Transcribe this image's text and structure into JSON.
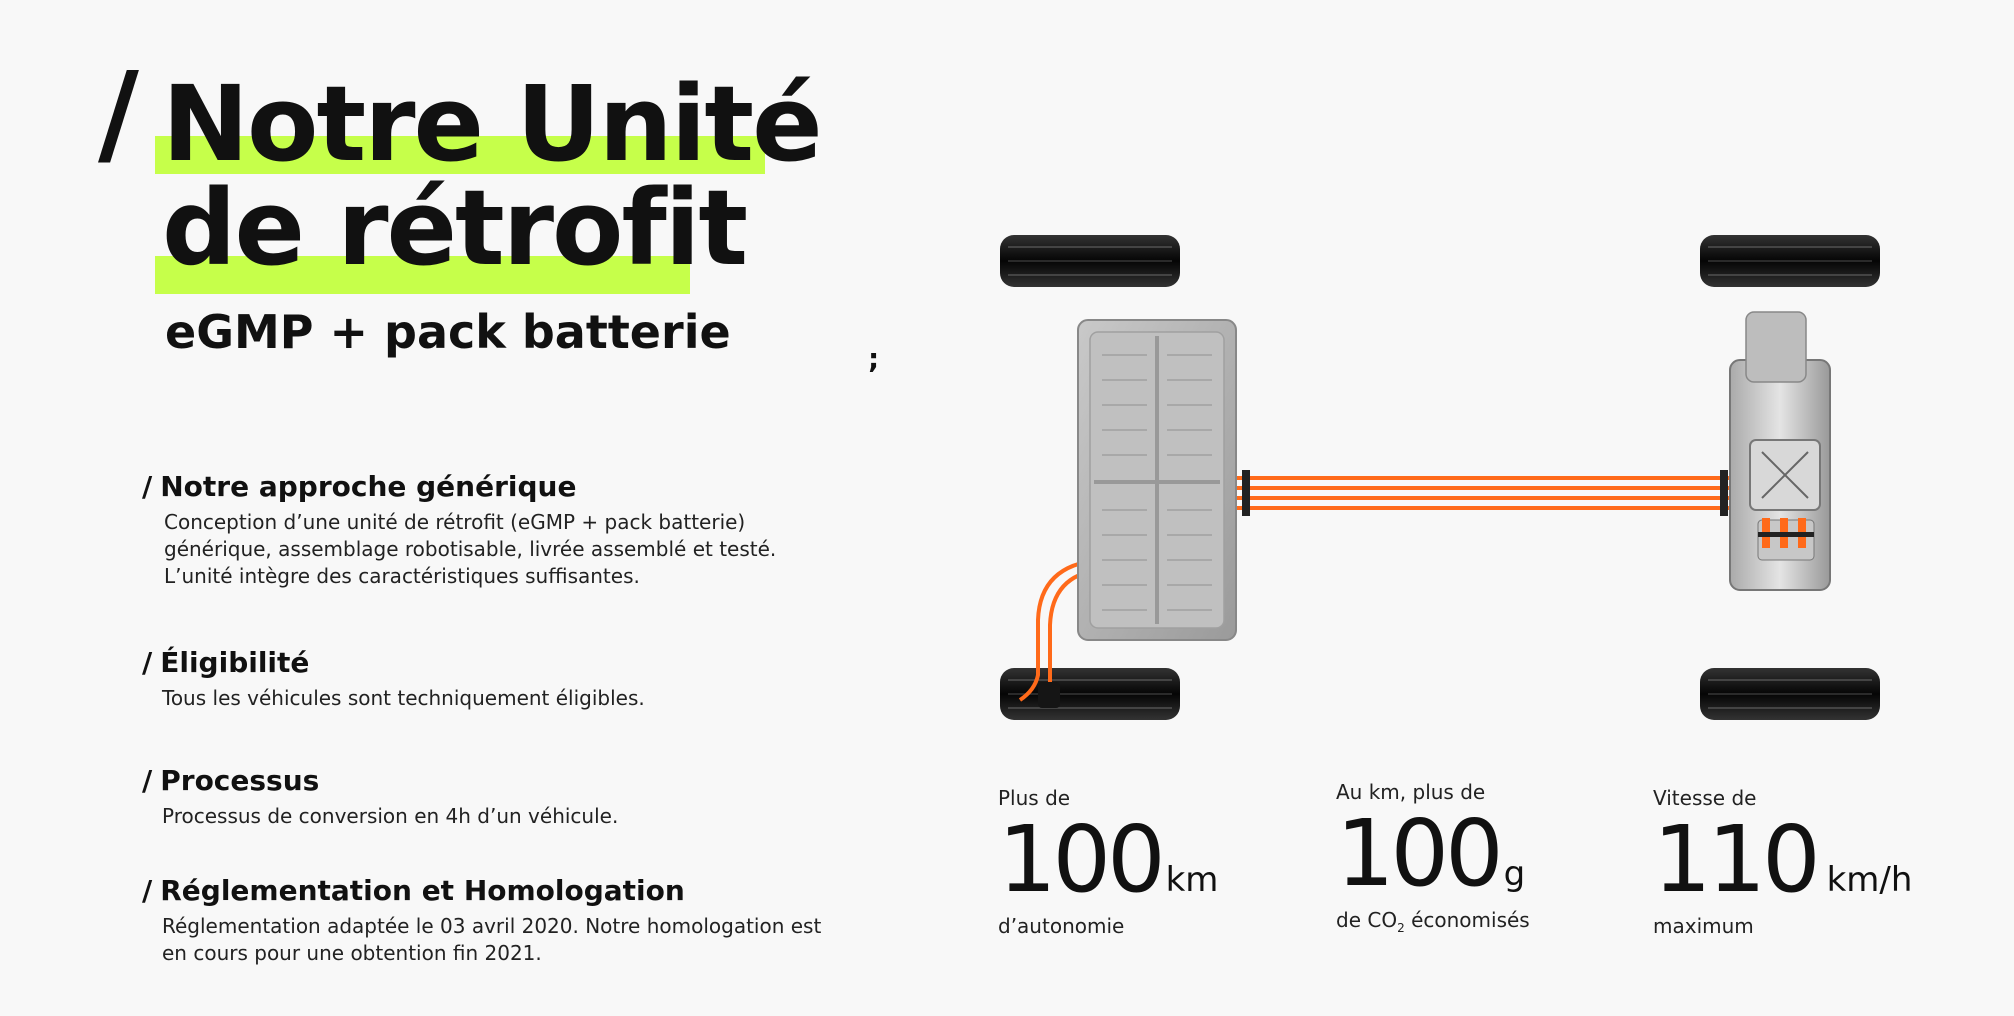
{
  "title": {
    "slash": "/",
    "line1": "Notre Unité",
    "line2": "de rétrofit"
  },
  "subtitle": "eGMP + pack batterie",
  "sections": [
    {
      "heading": "Notre approche générique",
      "lines": [
        "Conception d’une unité de rétrofit (eGMP + pack batterie)",
        "générique, assemblage robotisable, livrée assemblé et testé.",
        "L’unité intègre des caractéristiques suffisantes."
      ]
    },
    {
      "heading": "Éligibilité",
      "lines": [
        "Tous les véhicules sont techniquement éligibles."
      ]
    },
    {
      "heading": "Processus",
      "lines": [
        "Processus de conversion en 4h d’un véhicule."
      ]
    },
    {
      "heading": "Réglementation et Homologation",
      "lines": [
        "Réglementation adaptée le 03 avril 2020. Notre homologation est",
        "en cours pour une obtention fin 2021."
      ]
    }
  ],
  "stats": [
    {
      "pre": "Plus de",
      "value": "100",
      "unit": "km",
      "post": "d’autonomie"
    },
    {
      "pre": "Au km, plus de",
      "value": "100",
      "unit": "g",
      "post_a": "de CO",
      "post_sub": "2",
      "post_b": " économisés"
    },
    {
      "pre": "Vitesse de",
      "value": "110",
      "unit": "km/h",
      "post": "maximum"
    }
  ],
  "stray_glyph": ";",
  "colors": {
    "accent": "#c6ff4a",
    "cable": "#ff6a1a",
    "tire": "#111111",
    "background": "#f8f8f8"
  }
}
